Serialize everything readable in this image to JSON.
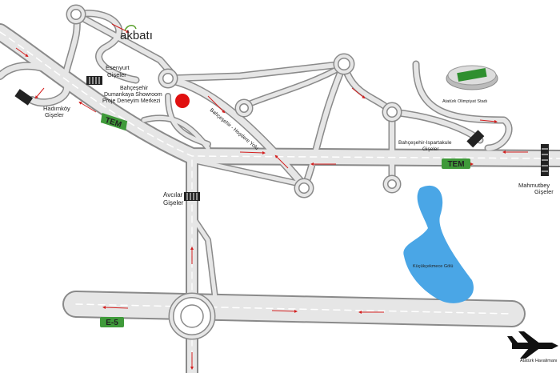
{
  "brand": {
    "logo_text": "akbatı",
    "color": "#5aa02c"
  },
  "labels": {
    "esenyurt": [
      "Esenyurt",
      "Gişeler"
    ],
    "hadimkoy": [
      "Hadımköy",
      "Gişeler"
    ],
    "showroom": [
      "Bahçeşehir",
      "Dumankaya Showroom",
      "Proje Deneyim Merkezi"
    ],
    "avcilar": [
      "Avcılar",
      "Gişeler"
    ],
    "bahcesehir_ispartakule": [
      "Bahçeşehir-Ispartakule",
      "Gişeler"
    ],
    "mahmutbey": [
      "Mahmutbey",
      "Gişeler"
    ],
    "road_bahcesehir": "Bahçeşehir - Hoşdere Yolu",
    "stadium": "Atatürk Olimpiyat Stadı",
    "lake": "Küçükçekmece Gölü",
    "airport": "Atatürk Havalimanı"
  },
  "badges": {
    "tem_left": "TEM",
    "tem_right": "TEM",
    "e5": "E-5"
  },
  "colors": {
    "road_fill": "#e6e6e6",
    "road_edge": "#8a8a8a",
    "lane_dash": "#ffffff",
    "arrow": "#d42020",
    "badge": "#3f9a3a",
    "lake": "#4aa6e6",
    "marker": "#e01010"
  },
  "icons": [
    "toll-booth-icon",
    "stadium-icon",
    "airplane-icon",
    "location-marker-icon",
    "logo-leaf-icon"
  ]
}
